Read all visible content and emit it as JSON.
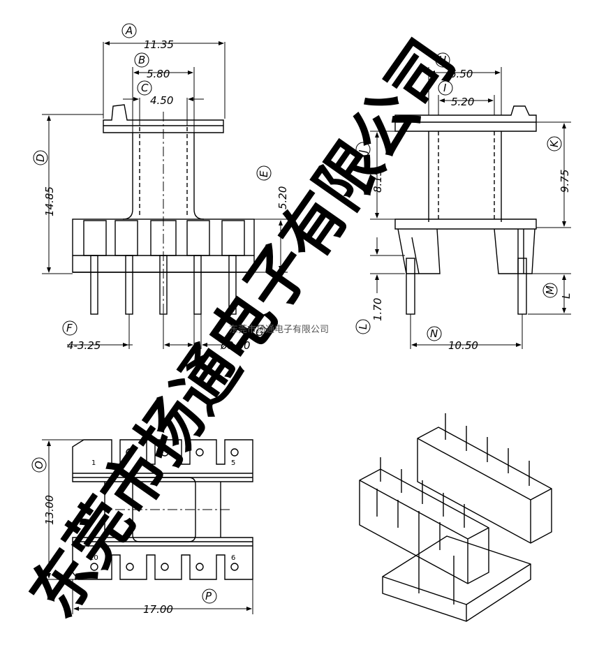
{
  "dimensions": {
    "A": "11.35",
    "B": "5.80",
    "C": "4.50",
    "D": "14.85",
    "E": "5.20",
    "F": "4-3.25",
    "G": "ø0.60",
    "H": "6.50",
    "I": "5.20",
    "J": "8.15",
    "K": "9.75",
    "L_left": "1.70",
    "M": "L",
    "N": "10.50",
    "O": "13.00",
    "P": "17.00"
  },
  "labels": {
    "A": "A",
    "B": "B",
    "C": "C",
    "D": "D",
    "E": "E",
    "F": "F",
    "G": "G",
    "H": "H",
    "I": "I",
    "J": "J",
    "K": "K",
    "L": "L",
    "M": "M",
    "N": "N",
    "O": "O",
    "P": "P"
  },
  "pin_numbers": {
    "top_left": "1",
    "top_right": "5",
    "bottom_left": "10",
    "bottom_right": "6"
  },
  "watermark": {
    "text": "东莞市扬通电子有限公司",
    "small_text": "东莞市扬通电子有限公司"
  }
}
